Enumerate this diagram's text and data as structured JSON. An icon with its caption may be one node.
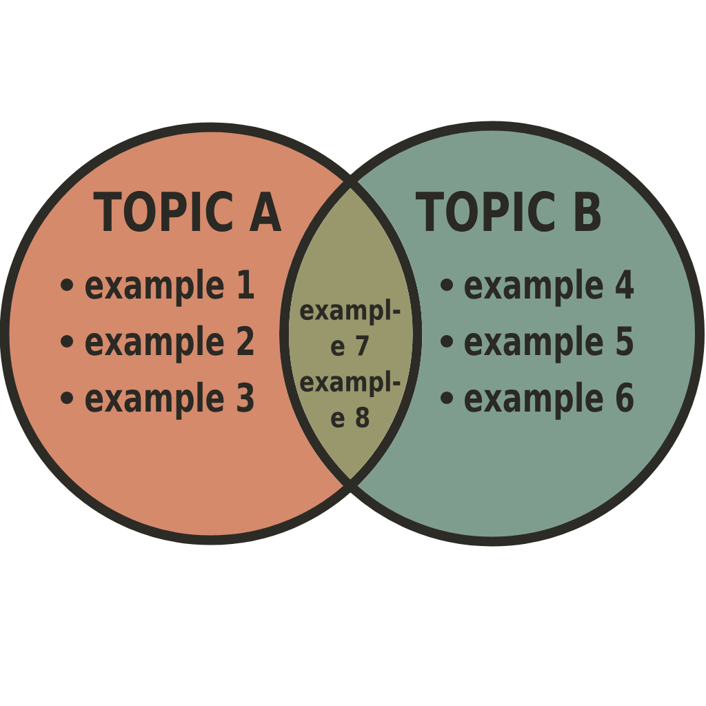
{
  "diagram": {
    "nodes": [
      {
        "text": [
          "TOPIC A",
          "example 1",
          "example 2",
          "example 3"
        ]
      },
      {
        "text": [
          "TOPIC B",
          "example 4",
          "example 5",
          "example 6"
        ]
      },
      {
        "text": [
          "exampl- e 7",
          "exampl- e 8"
        ]
      }
    ]
  }
}
